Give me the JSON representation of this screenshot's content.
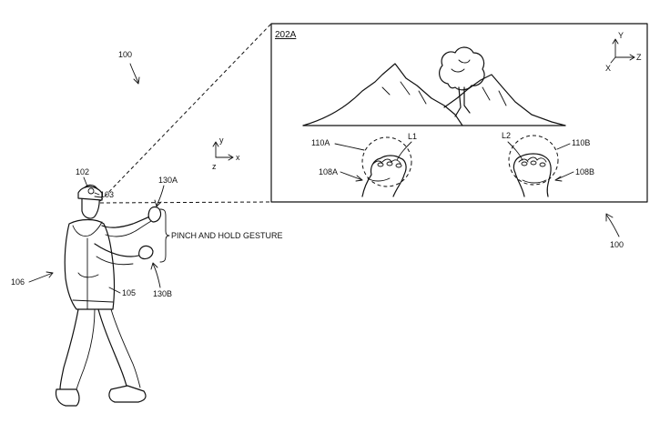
{
  "figure": {
    "ref_system": "100",
    "ref_system_2": "100",
    "ref_user": "106",
    "ref_hmd": "102",
    "ref_camera": "103",
    "ref_body": "105",
    "ref_hand_a": "130A",
    "ref_hand_b": "130B",
    "gesture_label": "PINCH AND HOLD GESTURE",
    "panel": {
      "ref": "202A",
      "ref_hand_left": "108A",
      "ref_hand_right": "108B",
      "ref_zone_left": "110A",
      "ref_zone_right": "110B",
      "label_l1": "L1",
      "label_l2": "L2"
    },
    "axes_world": {
      "y": "y",
      "x": "x",
      "z": "z"
    },
    "axes_panel": {
      "y": "Y",
      "x": "X",
      "z": "Z"
    }
  }
}
